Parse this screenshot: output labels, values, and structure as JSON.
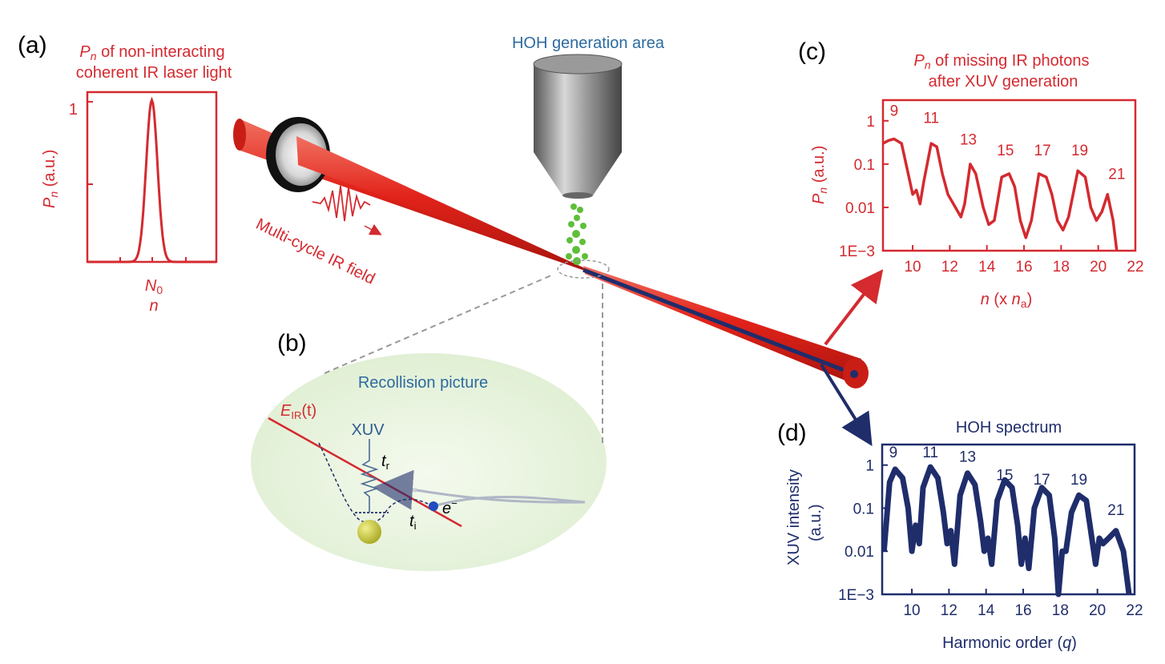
{
  "colors": {
    "red": "#d42a30",
    "blue": "#2c6aa0",
    "navy": "#1f2d6b",
    "beam": "#e2231a"
  },
  "panels": {
    "a": {
      "letter": "(a)",
      "title_line1_var": "P",
      "title_line1_sub": "n",
      "title_line1_rest": " of non-interacting",
      "title_line2": "coherent IR laser light",
      "ylabel_var": "P",
      "ylabel_sub": "n",
      "ylabel_rest": " (a.u.)",
      "ytick": "1",
      "xtick_var": "N",
      "xtick_sub": "0",
      "xlabel": "n"
    },
    "b": {
      "letter": "(b)",
      "title": "Recollision picture",
      "field_var": "E",
      "field_sub": "IR",
      "field_rest": "(t)",
      "xuv": "XUV",
      "tr_var": "t",
      "tr_sub": "r",
      "ti_var": "t",
      "ti_sub": "i",
      "electron": "e",
      "electron_sup": "−"
    },
    "c": {
      "letter": "(c)",
      "title_line1_var": "P",
      "title_line1_sub": "n",
      "title_line1_rest": " of missing IR photons",
      "title_line2": "after XUV generation",
      "ylabel_var": "P",
      "ylabel_sub": "n",
      "ylabel_rest": " (a.u.)",
      "xlabel_var": "n",
      "xlabel_rest1": " (x ",
      "xlabel_var2": "n",
      "xlabel_sub2": "a",
      "xlabel_rest2": ")"
    },
    "d": {
      "letter": "(d)",
      "title": "HOH spectrum",
      "ylabel_line1": "XUV intensity",
      "ylabel_line2": "(a.u.)",
      "xlabel": "Harmonic order (",
      "xlabel_var": "q",
      "xlabel_end": ")"
    }
  },
  "beam": {
    "generation_area": "HOH generation area",
    "field_label": "Multi-cycle IR field"
  },
  "chart_data": [
    {
      "type": "line",
      "name": "panel-a",
      "x_tick_labels": [
        "N0"
      ],
      "y_tick_labels": [
        "1"
      ],
      "series": [
        {
          "x": [
            -6,
            -2,
            -1,
            -0.5,
            0,
            0.5,
            1,
            2,
            6
          ],
          "y": [
            0,
            0,
            0.06,
            0.6,
            1,
            0.6,
            0.06,
            0,
            0
          ]
        }
      ],
      "xlim": [
        -6,
        6
      ],
      "ylim": [
        0,
        1.05
      ]
    },
    {
      "type": "line",
      "name": "panel-c",
      "xlim": [
        8.4,
        22
      ],
      "ylim": [
        0.001,
        3
      ],
      "yscale": "log",
      "x_ticks": [
        10,
        12,
        14,
        16,
        18,
        20,
        22
      ],
      "y_ticks": [
        0.001,
        0.01,
        0.1,
        1
      ],
      "y_tick_labels": [
        "1E−3",
        "0.01",
        "0.1",
        "1"
      ],
      "peak_labels": [
        9,
        11,
        13,
        15,
        17,
        19,
        21
      ],
      "peak_label_y": [
        1.3,
        0.9,
        0.28,
        0.16,
        0.16,
        0.16,
        0.045
      ],
      "series": [
        {
          "x": [
            8.4,
            8.7,
            9.0,
            9.4,
            9.8,
            10.0,
            10.2,
            10.4,
            10.6,
            11.0,
            11.3,
            11.6,
            11.9,
            12.2,
            12.6,
            12.8,
            13.1,
            13.4,
            13.8,
            14.1,
            14.4,
            14.8,
            15.2,
            15.5,
            15.8,
            16.1,
            16.4,
            16.8,
            17.2,
            17.5,
            17.8,
            18.1,
            18.4,
            18.9,
            19.3,
            19.6,
            19.9,
            20.2,
            20.5,
            20.8,
            21.0
          ],
          "y": [
            0.3,
            0.35,
            0.38,
            0.3,
            0.05,
            0.02,
            0.025,
            0.012,
            0.04,
            0.3,
            0.25,
            0.06,
            0.02,
            0.012,
            0.006,
            0.012,
            0.1,
            0.06,
            0.01,
            0.004,
            0.005,
            0.05,
            0.06,
            0.03,
            0.005,
            0.002,
            0.005,
            0.06,
            0.05,
            0.02,
            0.005,
            0.003,
            0.006,
            0.07,
            0.05,
            0.01,
            0.005,
            0.008,
            0.02,
            0.005,
            0.001
          ]
        }
      ]
    },
    {
      "type": "line",
      "name": "panel-d",
      "xlim": [
        8.4,
        22
      ],
      "ylim": [
        0.001,
        3
      ],
      "yscale": "log",
      "x_ticks": [
        10,
        12,
        14,
        16,
        18,
        20,
        22
      ],
      "y_ticks": [
        0.001,
        0.01,
        0.1,
        1
      ],
      "y_tick_labels": [
        "1E−3",
        "0.01",
        "0.1",
        "1"
      ],
      "peak_labels": [
        9,
        11,
        13,
        15,
        17,
        19,
        21
      ],
      "peak_label_y": [
        1.5,
        1.5,
        1.2,
        0.45,
        0.35,
        0.35,
        0.07
      ],
      "series": [
        {
          "x": [
            8.5,
            8.8,
            9.1,
            9.5,
            9.8,
            10.0,
            10.2,
            10.4,
            10.6,
            11.0,
            11.4,
            11.7,
            11.9,
            12.1,
            12.3,
            12.6,
            13.0,
            13.4,
            13.7,
            13.9,
            14.1,
            14.3,
            14.6,
            15.0,
            15.4,
            15.7,
            15.9,
            16.1,
            16.3,
            16.6,
            17.0,
            17.4,
            17.7,
            17.9,
            18.1,
            18.3,
            18.6,
            19.0,
            19.4,
            19.7,
            19.9,
            20.1,
            20.3,
            20.6,
            21.0,
            21.4,
            21.7
          ],
          "y": [
            0.01,
            0.4,
            0.8,
            0.5,
            0.1,
            0.01,
            0.04,
            0.015,
            0.3,
            0.9,
            0.5,
            0.08,
            0.015,
            0.03,
            0.005,
            0.2,
            0.65,
            0.35,
            0.05,
            0.01,
            0.02,
            0.005,
            0.15,
            0.45,
            0.3,
            0.04,
            0.005,
            0.02,
            0.004,
            0.1,
            0.3,
            0.2,
            0.02,
            0.001,
            0.01,
            0.01,
            0.08,
            0.2,
            0.15,
            0.02,
            0.005,
            0.02,
            0.015,
            0.02,
            0.03,
            0.01,
            0.001
          ]
        }
      ]
    }
  ]
}
